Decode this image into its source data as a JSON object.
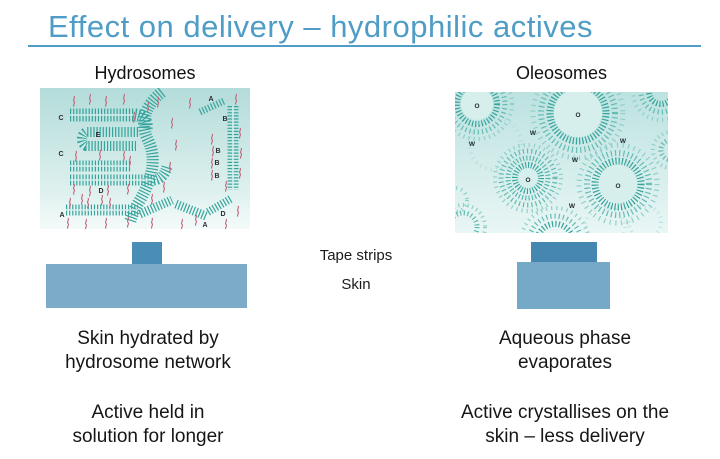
{
  "title": "Effect on delivery – hydrophilic actives",
  "panels": {
    "left": {
      "heading": "Hydrosomes",
      "captions": [
        [
          "Skin hydrated by",
          "hydrosome network"
        ],
        [
          "Active held in",
          "solution for longer"
        ]
      ]
    },
    "right": {
      "heading": "Oleosomes",
      "captions": [
        [
          "Aqueous phase",
          "evaporates"
        ],
        [
          "Active crystallises on the",
          "skin – less delivery"
        ]
      ]
    }
  },
  "middle_labels": {
    "tape_strips": "Tape strips",
    "skin": "Skin"
  },
  "diagram_labels": {
    "hydrosomes": [
      "C",
      "C",
      "E",
      "A",
      "B",
      "B",
      "B",
      "B",
      "D",
      "A",
      "A",
      "D"
    ],
    "oleosomes": [
      "O",
      "O",
      "O",
      "O",
      "W",
      "W",
      "W",
      "W",
      "W"
    ]
  },
  "colors": {
    "title_blue": "#4f9dc6",
    "tape_strip_blue": "#4a8eb6",
    "skin_blue": "#7babc9",
    "diagram_teal": "#35a49b",
    "active_squiggle_pink": "#c4677f",
    "diagram_background": "#c2e5e2"
  }
}
